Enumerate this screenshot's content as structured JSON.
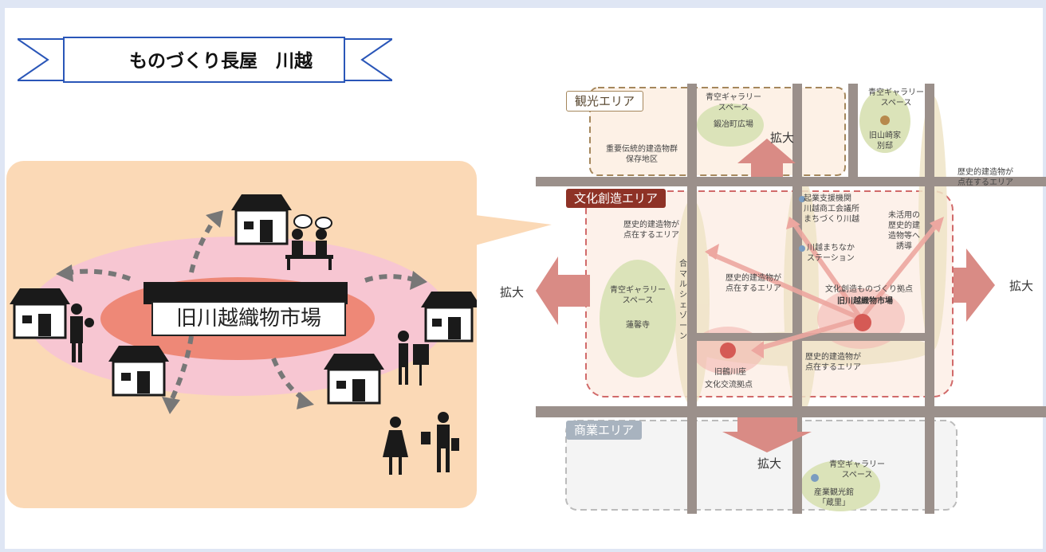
{
  "banner": {
    "title": "ものづくり長屋　川越"
  },
  "left": {
    "market": "旧川越織物市場"
  },
  "map": {
    "areas": {
      "tourism": "観光エリア",
      "culture": "文化創造エリア",
      "commerce": "商業エリア"
    },
    "expand": "拡大",
    "labels": {
      "gallery_top": "青空ギャラリー\nスペース",
      "square": "鍛冶町広場",
      "gallery_topright": "青空ギャラリー\nスペース",
      "yamazaki": "旧山崎家\n別邸",
      "preservation": "重要伝統的建造物群\n保存地区",
      "historic_right": "歴史的建造物が\n点在するエリア",
      "support": "起業支援機関\n川越商工会議所\nまちづくり川越",
      "historic_left": "歴史的建造物が\n点在するエリア",
      "unused": "未活用の\n歴史的建\n造物等へ\n誘導",
      "station": "川越まちなか\nステーション",
      "historic_center": "歴史的建造物が\n点在するエリア",
      "gallery_left": "青空ギャラリー\nスペース",
      "rengeji": "蓮馨寺",
      "marche": "合マルシェゾーン",
      "hub": "文化創造ものづくり拠点",
      "hub_name": "旧川越織物市場",
      "historic_bottom": "歴史的建造物が\n点在するエリア",
      "tsurukawa": "旧鶴川座",
      "exchange": "文化交流拠点",
      "gallery_bottom": "青空ギャラリー\nスペース",
      "kurari": "産業観光館\n「蔵里」"
    }
  },
  "colors": {
    "accent_red": "#8e3226",
    "panel": "#fbd9b6",
    "pink": "#f7c6d2",
    "salmon": "#ee8877",
    "arrow": "#d98b85"
  }
}
